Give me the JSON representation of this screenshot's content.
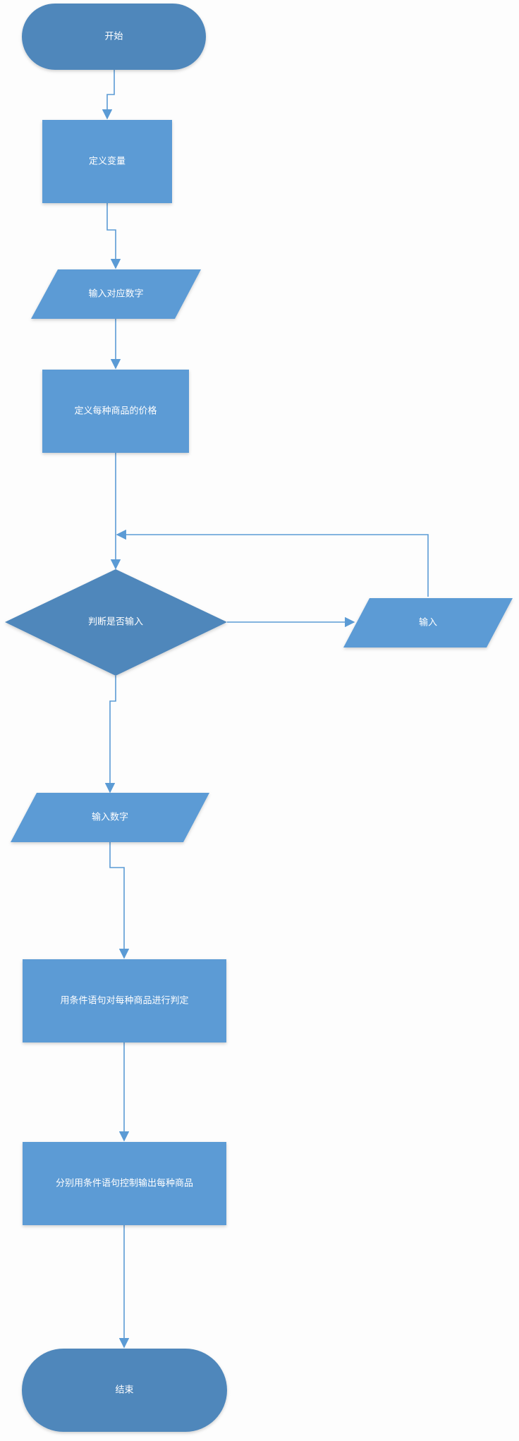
{
  "colors": {
    "terminal_fill": "#4f87bb",
    "process_fill": "#5b9bd5",
    "decision_fill": "#4f87bb",
    "io_fill": "#5b9bd5",
    "connector": "#5b9bd5",
    "text": "#ffffff",
    "background": "#fdfdfd"
  },
  "nodes": {
    "start": {
      "label": "开始"
    },
    "define_vars": {
      "label": "定义变量"
    },
    "input_number": {
      "label": "输入对应数字"
    },
    "define_prices": {
      "label": "定义每种商品的价格"
    },
    "decision": {
      "label": "判断是否输入"
    },
    "input_side": {
      "label": "输入"
    },
    "input_digits": {
      "label": "输入数字"
    },
    "judge_goods": {
      "label": "用条件语句对每种商品进行判定"
    },
    "output_goods": {
      "label": "分别用条件语句控制输出每种商品"
    },
    "end": {
      "label": "结束"
    }
  }
}
